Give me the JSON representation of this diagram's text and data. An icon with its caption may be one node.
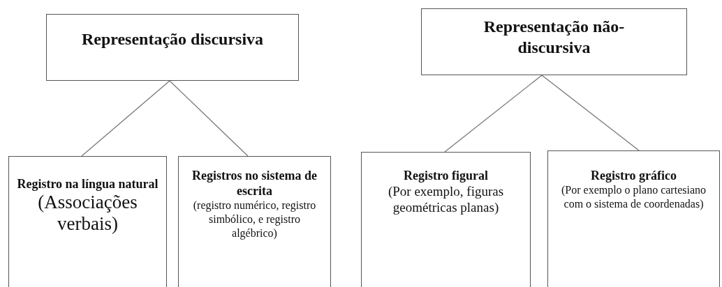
{
  "diagram": {
    "nodes": [
      {
        "text": [
          "Representação discursiva"
        ]
      },
      {
        "text": [
          "Registro na língua natural",
          "(Associações verbais)"
        ]
      },
      {
        "text": [
          "Registros no sistema de escrita",
          "(registro numérico, registro simbólico, e registro algébrico)"
        ]
      },
      {
        "text": [
          "Representação não-discursiva"
        ]
      },
      {
        "text": [
          "Registro figural",
          "(Por exemplo, figuras geométricas planas)"
        ]
      },
      {
        "text": [
          "Registro gráfico",
          "(Por exemplo o plano cartesiano com o sistema de coordenadas)"
        ]
      }
    ],
    "edges": [
      {
        "from": 0,
        "to": 1,
        "arrow": "none"
      },
      {
        "from": 0,
        "to": 2,
        "arrow": "none"
      },
      {
        "from": 3,
        "to": 4,
        "arrow": "none"
      },
      {
        "from": 3,
        "to": 5,
        "arrow": "none"
      }
    ]
  }
}
